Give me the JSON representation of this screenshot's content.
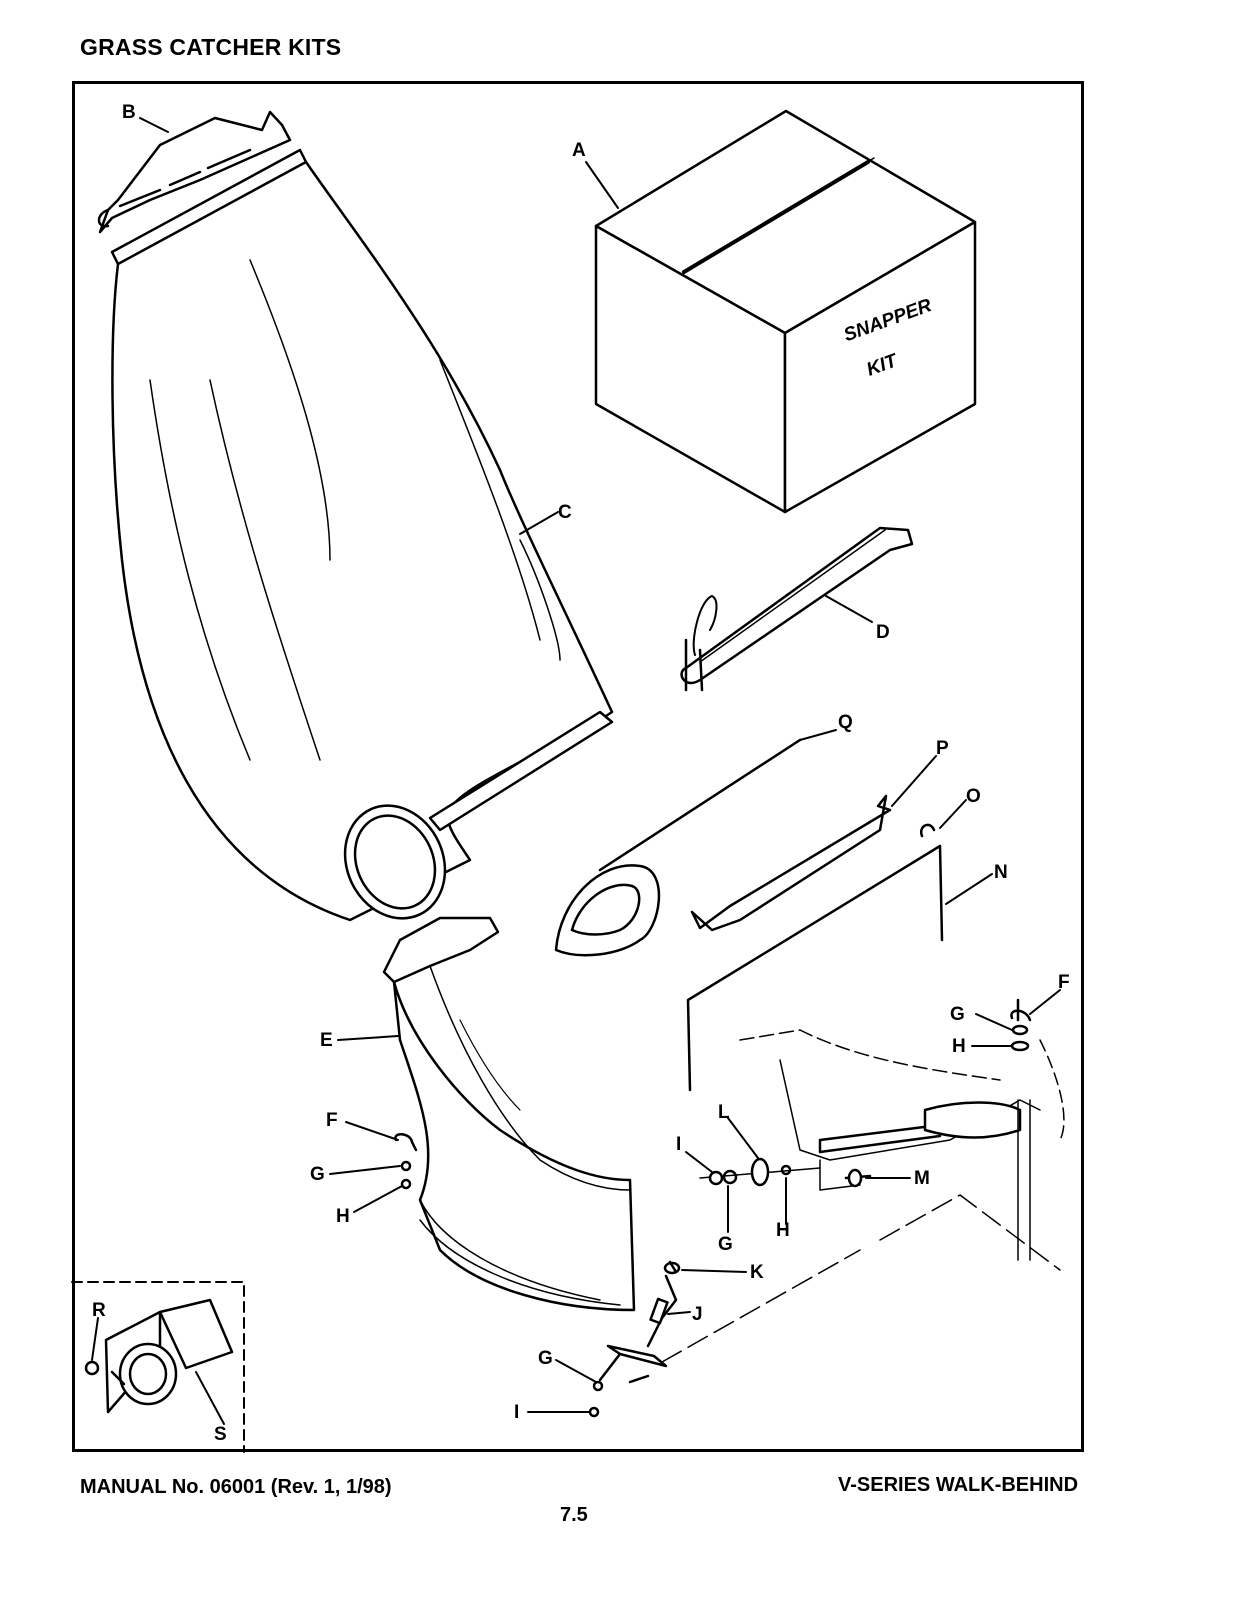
{
  "header": {
    "title": "GRASS CATCHER KITS"
  },
  "diagram": {
    "box_text_line1": "SNAPPER",
    "box_text_line2": "KIT",
    "labels": {
      "A": "A",
      "B": "B",
      "C": "C",
      "D": "D",
      "E": "E",
      "F1": "F",
      "G1": "G",
      "H1": "H",
      "F2": "F",
      "G2": "G",
      "H2": "H",
      "I1": "I",
      "G3": "G",
      "L": "L",
      "H3": "H",
      "M": "M",
      "K": "K",
      "J": "J",
      "G4": "G",
      "I2": "I",
      "N": "N",
      "O": "O",
      "P": "P",
      "Q": "Q",
      "R": "R",
      "S": "S"
    }
  },
  "footer": {
    "manual": "MANUAL No. 06001 (Rev. 1, 1/98)",
    "series": "V-SERIES WALK-BEHIND",
    "page_number": "7.5"
  }
}
